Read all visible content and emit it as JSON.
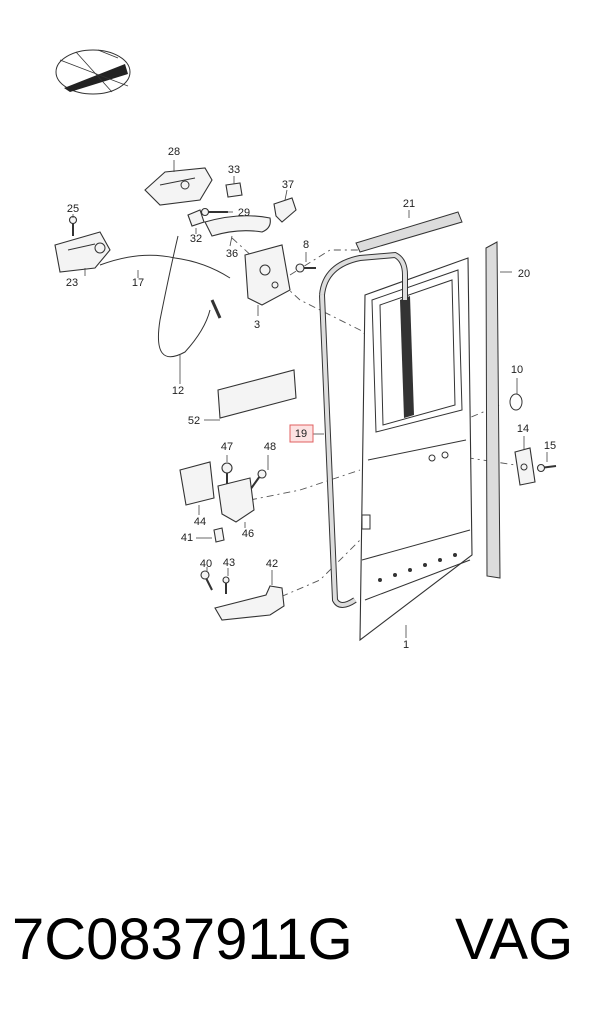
{
  "diagram": {
    "callouts": [
      {
        "id": "c1",
        "text": "1"
      },
      {
        "id": "c3",
        "text": "3"
      },
      {
        "id": "c8",
        "text": "8"
      },
      {
        "id": "c10",
        "text": "10"
      },
      {
        "id": "c12",
        "text": "12"
      },
      {
        "id": "c14",
        "text": "14"
      },
      {
        "id": "c15",
        "text": "15"
      },
      {
        "id": "c17",
        "text": "17"
      },
      {
        "id": "c19",
        "text": "19",
        "highlighted": true
      },
      {
        "id": "c20",
        "text": "20"
      },
      {
        "id": "c21",
        "text": "21"
      },
      {
        "id": "c23",
        "text": "23"
      },
      {
        "id": "c25",
        "text": "25"
      },
      {
        "id": "c28",
        "text": "28"
      },
      {
        "id": "c29",
        "text": "29"
      },
      {
        "id": "c32",
        "text": "32"
      },
      {
        "id": "c33",
        "text": "33"
      },
      {
        "id": "c36",
        "text": "36"
      },
      {
        "id": "c37",
        "text": "37"
      },
      {
        "id": "c40",
        "text": "40"
      },
      {
        "id": "c41",
        "text": "41"
      },
      {
        "id": "c42",
        "text": "42"
      },
      {
        "id": "c43",
        "text": "43"
      },
      {
        "id": "c44",
        "text": "44"
      },
      {
        "id": "c46",
        "text": "46"
      },
      {
        "id": "c47",
        "text": "47"
      },
      {
        "id": "c48",
        "text": "48"
      },
      {
        "id": "c52",
        "text": "52"
      }
    ],
    "highlight_color": "#e06060",
    "highlight_fill": "#fde2e2"
  },
  "caption": {
    "part_number": "7C0837911G",
    "brand": "VAG"
  }
}
